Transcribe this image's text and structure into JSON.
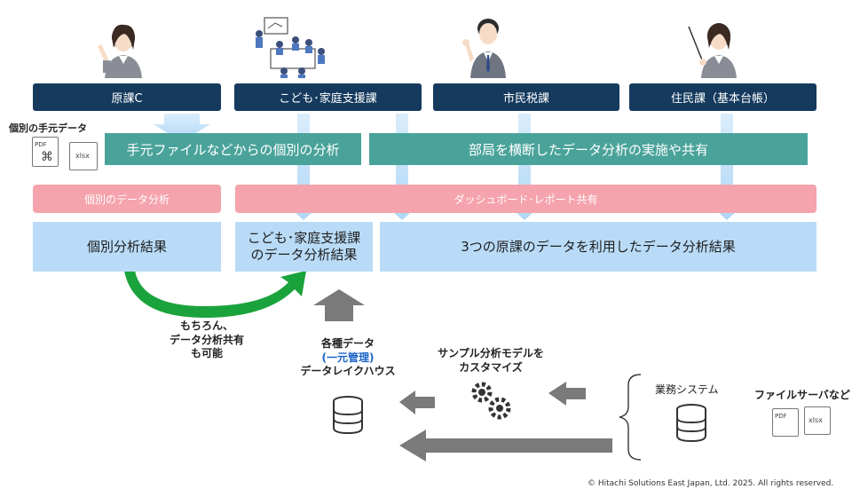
{
  "headers": [
    {
      "label": "原課C"
    },
    {
      "label": "こども･家庭支援課"
    },
    {
      "label": "市民税課"
    },
    {
      "label": "住民課（基本台帳）"
    }
  ],
  "teal_bars": {
    "individual": "手元ファイルなどからの個別の分析",
    "cross_department": "部局を横断したデータ分析の実施や共有"
  },
  "pink_bars": {
    "individual": "個別のデータ分析",
    "dashboard": "ダッシュボード･レポート共有"
  },
  "result_boxes": {
    "individual": "個別分析結果",
    "kodomo_line1": "こども･家庭支援課",
    "kodomo_line2": "のデータ分析結果",
    "combined": "3つの原課のデータを利用したデータ分析結果"
  },
  "local_data": {
    "title": "個別の手元データ",
    "pdf": "PDF",
    "xlsx": "xlsx"
  },
  "green_note": [
    "もちろん、",
    "データ分析共有",
    "も可能"
  ],
  "lakehouse": {
    "line1": "各種データ",
    "line2": "(一元管理)",
    "line3": "データレイクハウス"
  },
  "sample_model": [
    "サンプル分析モデルを",
    "カスタマイズ"
  ],
  "sources": {
    "business_system": "業務システム",
    "file_server": "ファイルサーバなど",
    "pdf": "PDF",
    "xlsx": "xlsx"
  },
  "copyright": "© Hitachi Solutions East Japan, Ltd. 2025. All rights reserved.",
  "icons": [
    "woman-presenter-icon",
    "meeting-icon",
    "businessman-icon",
    "woman-pointer-icon",
    "pdf-file-icon",
    "xlsx-file-icon",
    "database-icon",
    "gears-icon"
  ],
  "colors": {
    "header": "#153a5e",
    "teal": "#4aa39a",
    "pink": "#f5a3ac",
    "blue": "#b9dbf7",
    "green_arrow": "#1aa33c",
    "gray_arrow": "#7a7a7a",
    "accent_text": "#1a64c8"
  }
}
